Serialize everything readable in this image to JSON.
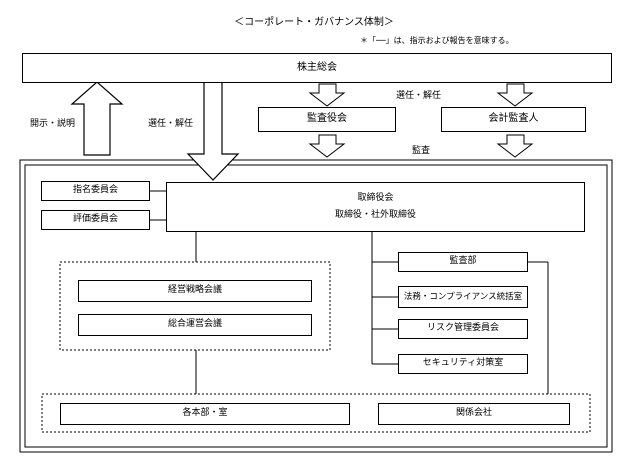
{
  "title": "＜コーポレート・ガバナンス体制＞",
  "legend_note": "＊「──」は、指示および報告を意味する。",
  "shareholders_meeting": "株主総会",
  "arrows": {
    "disclosure": "開示・説明",
    "appoint_dismiss_left": "選任・解任",
    "appoint_dismiss_right": "選任・解任",
    "audit": "監査"
  },
  "audit_bodies": {
    "auditors_board": "監査役会",
    "accounting_auditor": "会計監査人"
  },
  "committees": {
    "nomination": "指名委員会",
    "evaluation": "評価委員会"
  },
  "board": {
    "title": "取締役会",
    "members": "取締役・社外取締役"
  },
  "management_meetings": {
    "strategy": "経営戦略会議",
    "general": "総合運営会議"
  },
  "staff_units": {
    "audit_dept": "監査部",
    "legal_compliance": "法務・コンプライアンス統括室",
    "risk_committee": "リスク管理委員会",
    "security_office": "セキュリティ対策室"
  },
  "operations": {
    "divisions": "各本部・室",
    "affiliates": "関係会社"
  }
}
